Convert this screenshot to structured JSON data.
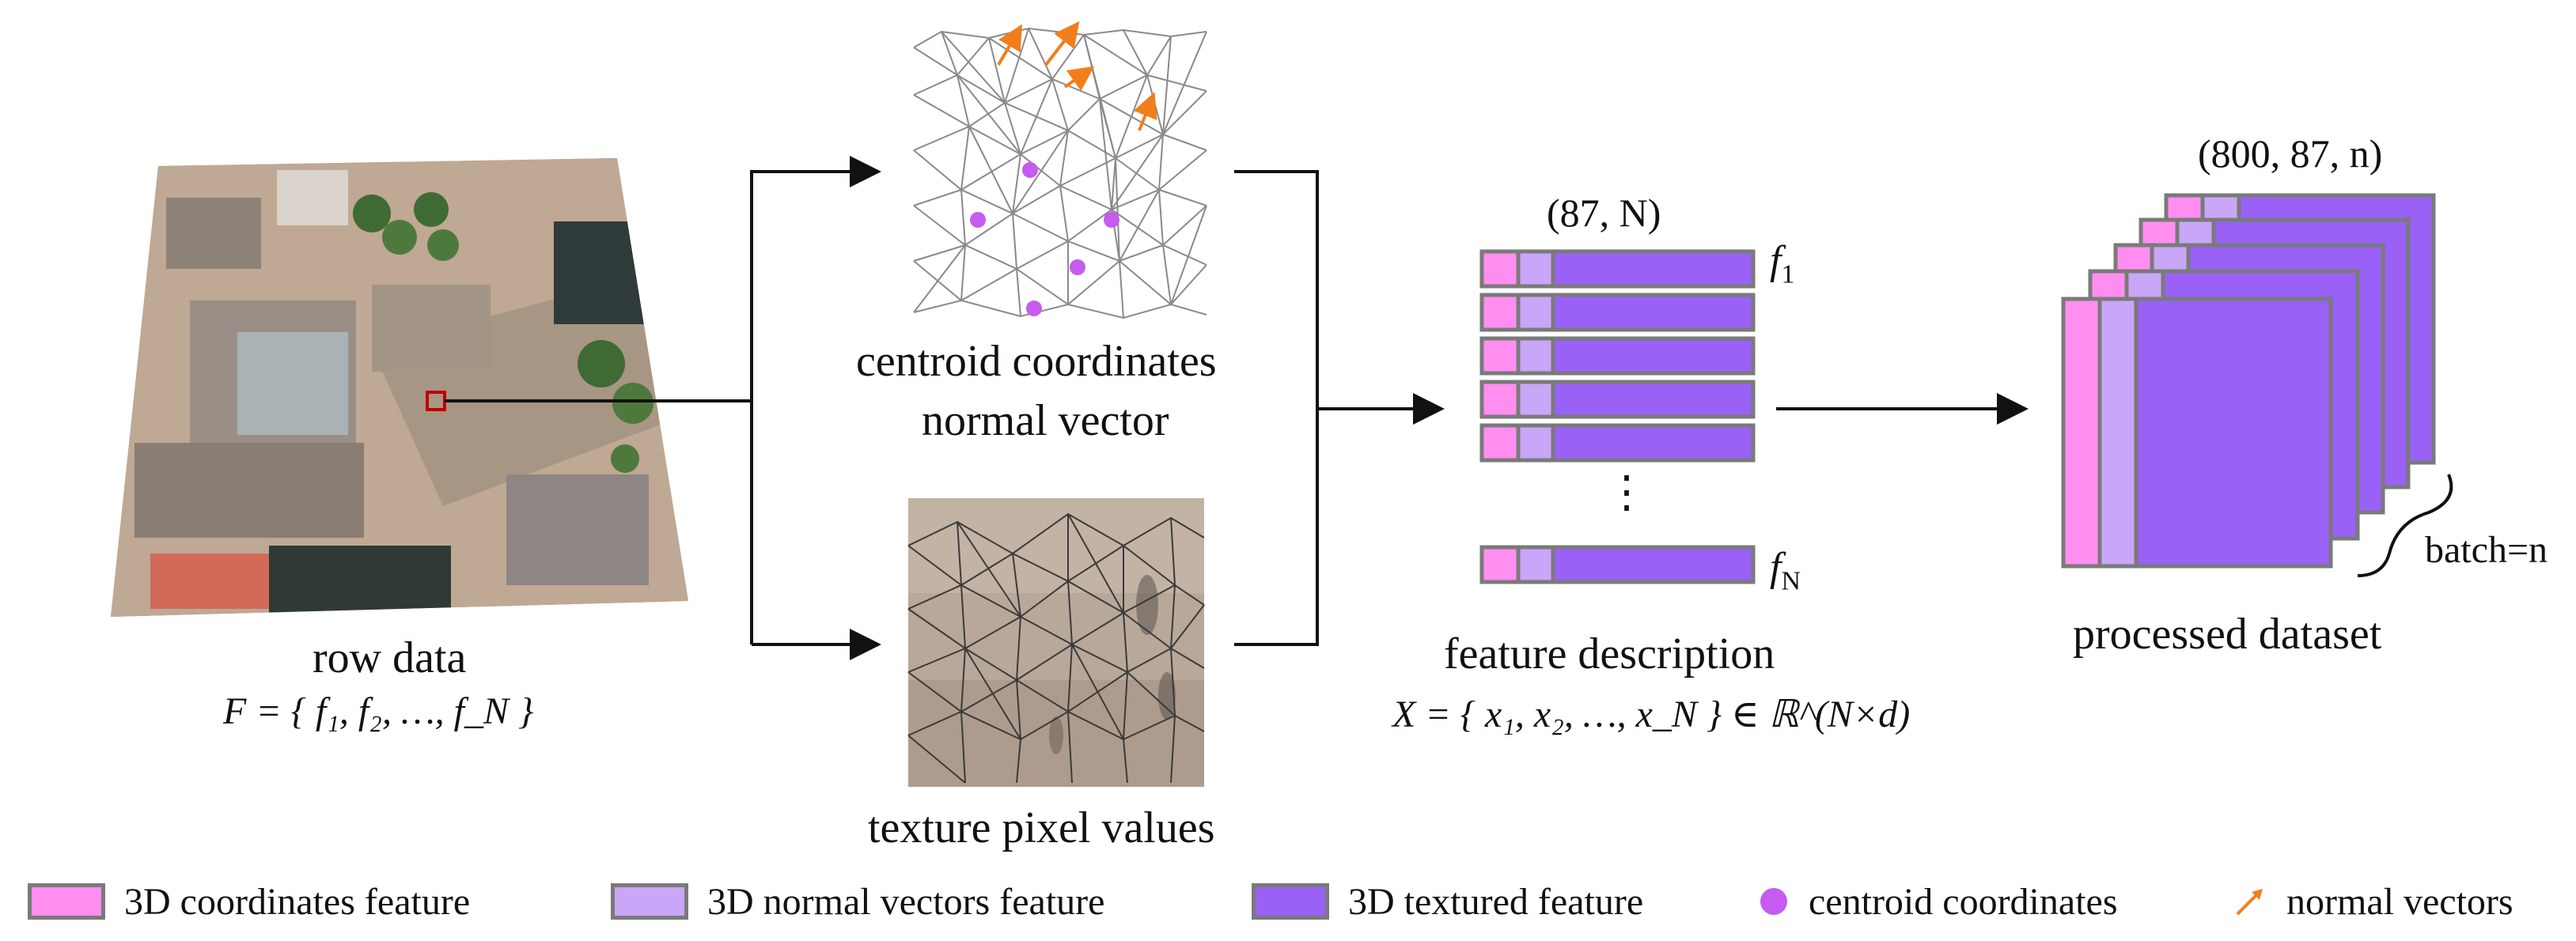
{
  "raw_data": {
    "caption": "row data",
    "formula": "F = { f₁, f₂, …, f_N }"
  },
  "mesh_top": {
    "caption_line1": "centroid coordinates",
    "caption_line2": "normal vector"
  },
  "mesh_bottom": {
    "caption": "texture pixel values"
  },
  "features": {
    "shape": "(87, N)",
    "first_label": "f",
    "first_sub": "1",
    "last_label": "f",
    "last_sub": "N",
    "ellipsis": "⋮",
    "caption": "feature description",
    "formula": "X = { x₁, x₂, …, x_N } ∈ ℝ^(N×d)"
  },
  "dataset": {
    "shape": "(800, 87, n)",
    "batch": "batch=n",
    "caption": "processed dataset"
  },
  "legend": [
    {
      "label": "3D coordinates feature",
      "color": "#ff8ef0"
    },
    {
      "label": "3D normal vectors feature",
      "color": "#c9a6f7"
    },
    {
      "label": "3D textured feature",
      "color": "#9a61f7"
    },
    {
      "label": "centroid coordinates",
      "color": "#c65bf0"
    },
    {
      "label": "normal vectors",
      "color": "#f07f1a"
    }
  ]
}
